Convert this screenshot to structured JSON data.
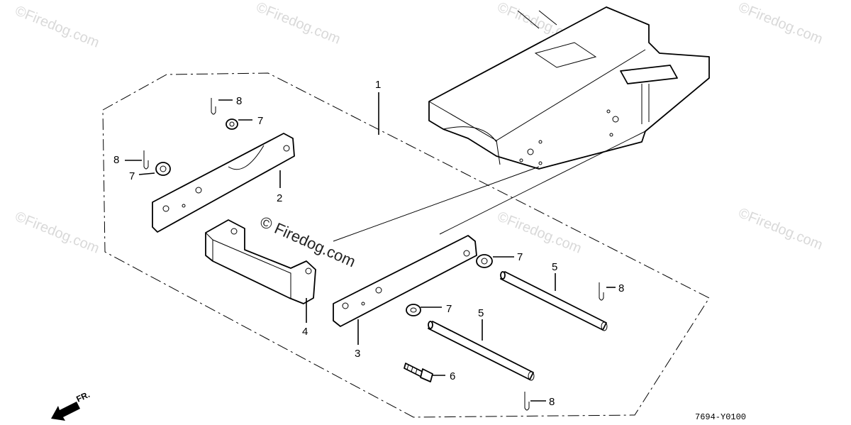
{
  "watermarks": {
    "faint": "©Firedog.com",
    "center": "© Firedog.com"
  },
  "diagram_code": "7694-Y0100",
  "direction_label": "FR.",
  "callouts": [
    {
      "id": "c1",
      "text": "1"
    },
    {
      "id": "c2",
      "text": "2"
    },
    {
      "id": "c3",
      "text": "3"
    },
    {
      "id": "c4",
      "text": "4"
    },
    {
      "id": "c5a",
      "text": "5"
    },
    {
      "id": "c5b",
      "text": "5"
    },
    {
      "id": "c6",
      "text": "6"
    },
    {
      "id": "c7a",
      "text": "7"
    },
    {
      "id": "c7b",
      "text": "7"
    },
    {
      "id": "c7c",
      "text": "7"
    },
    {
      "id": "c7d",
      "text": "7"
    },
    {
      "id": "c8a",
      "text": "8"
    },
    {
      "id": "c8b",
      "text": "8"
    },
    {
      "id": "c8c",
      "text": "8"
    },
    {
      "id": "c8d",
      "text": "8"
    }
  ]
}
